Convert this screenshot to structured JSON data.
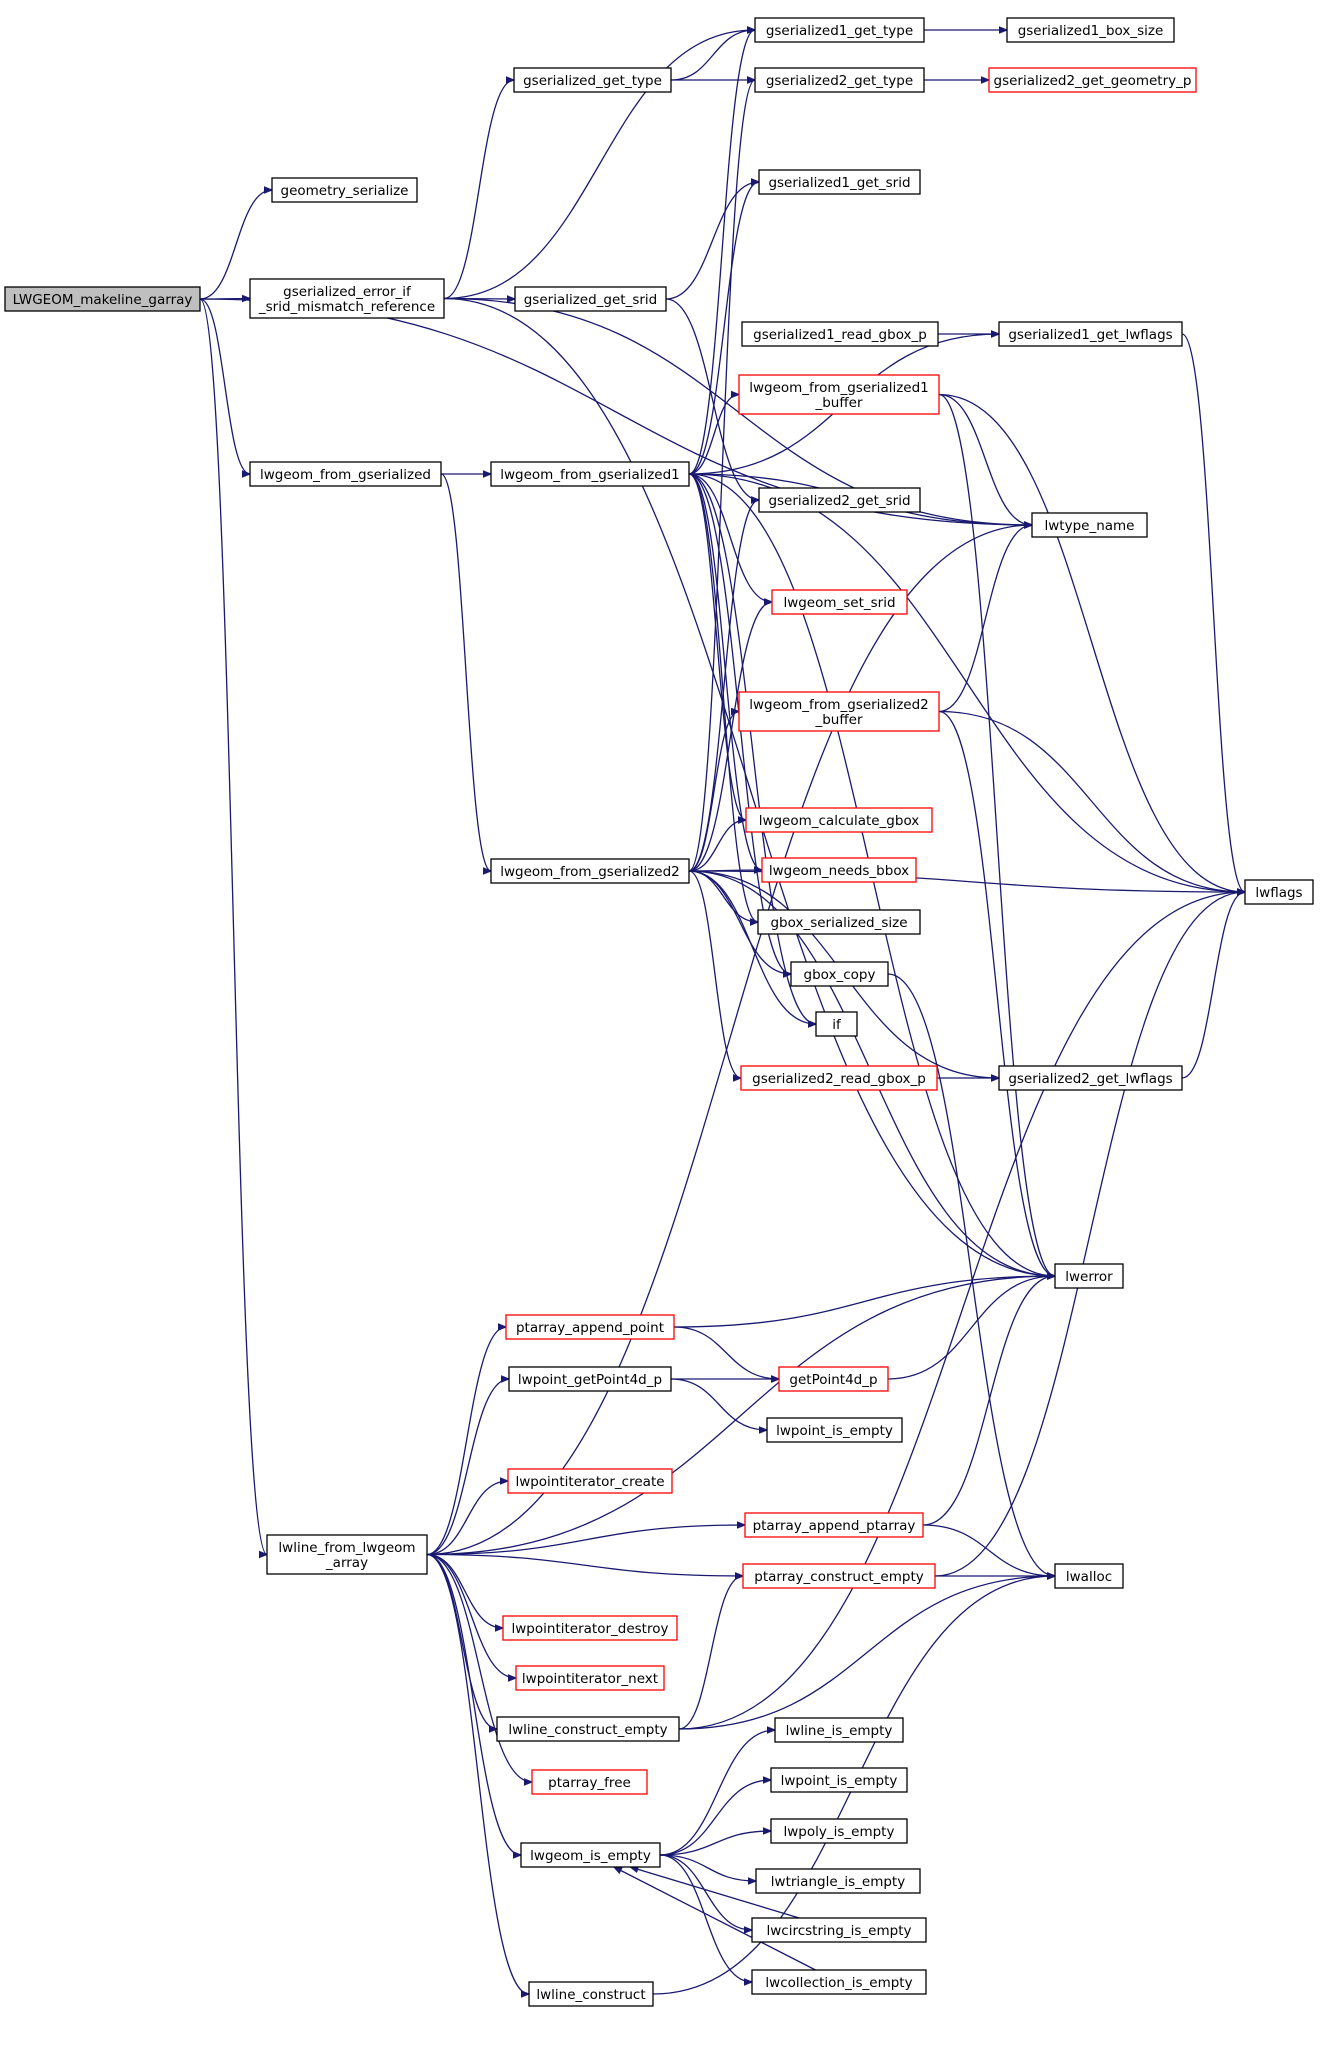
{
  "colors": {
    "edge": "#191970",
    "node_border": "#000000",
    "truncated_border": "#ff0000",
    "root_fill": "#bfbfbf"
  },
  "nodes": [
    {
      "id": "root",
      "lines": [
        "LWGEOM_makeline_garray"
      ],
      "style": "root"
    },
    {
      "id": "geometry_serialize",
      "lines": [
        "geometry_serialize"
      ],
      "style": "normal"
    },
    {
      "id": "gserialized_error_if_srid_mismatch_reference",
      "lines": [
        "gserialized_error_if",
        "_srid_mismatch_reference"
      ],
      "style": "normal"
    },
    {
      "id": "gserialized_get_type",
      "lines": [
        "gserialized_get_type"
      ],
      "style": "normal"
    },
    {
      "id": "gserialized_get_srid",
      "lines": [
        "gserialized_get_srid"
      ],
      "style": "normal"
    },
    {
      "id": "lwgeom_from_gserialized",
      "lines": [
        "lwgeom_from_gserialized"
      ],
      "style": "normal"
    },
    {
      "id": "lwgeom_from_gserialized1",
      "lines": [
        "lwgeom_from_gserialized1"
      ],
      "style": "normal"
    },
    {
      "id": "lwgeom_from_gserialized2",
      "lines": [
        "lwgeom_from_gserialized2"
      ],
      "style": "normal"
    },
    {
      "id": "gserialized1_get_type",
      "lines": [
        "gserialized1_get_type"
      ],
      "style": "normal"
    },
    {
      "id": "gserialized1_box_size",
      "lines": [
        "gserialized1_box_size"
      ],
      "style": "normal"
    },
    {
      "id": "gserialized2_get_type",
      "lines": [
        "gserialized2_get_type"
      ],
      "style": "normal"
    },
    {
      "id": "gserialized2_get_geometry_p",
      "lines": [
        "gserialized2_get_geometry_p"
      ],
      "style": "truncated"
    },
    {
      "id": "gserialized1_get_srid",
      "lines": [
        "gserialized1_get_srid"
      ],
      "style": "normal"
    },
    {
      "id": "gserialized1_read_gbox_p",
      "lines": [
        "gserialized1_read_gbox_p"
      ],
      "style": "normal"
    },
    {
      "id": "gserialized1_get_lwflags",
      "lines": [
        "gserialized1_get_lwflags"
      ],
      "style": "normal"
    },
    {
      "id": "lwgeom_from_gserialized1_buffer",
      "lines": [
        "lwgeom_from_gserialized1",
        "_buffer"
      ],
      "style": "truncated"
    },
    {
      "id": "gserialized2_get_srid",
      "lines": [
        "gserialized2_get_srid"
      ],
      "style": "normal"
    },
    {
      "id": "lwtype_name",
      "lines": [
        "lwtype_name"
      ],
      "style": "normal"
    },
    {
      "id": "lwgeom_set_srid",
      "lines": [
        "lwgeom_set_srid"
      ],
      "style": "truncated"
    },
    {
      "id": "lwgeom_from_gserialized2_buffer",
      "lines": [
        "lwgeom_from_gserialized2",
        "_buffer"
      ],
      "style": "truncated"
    },
    {
      "id": "lwgeom_calculate_gbox",
      "lines": [
        "lwgeom_calculate_gbox"
      ],
      "style": "truncated"
    },
    {
      "id": "lwgeom_needs_bbox",
      "lines": [
        "lwgeom_needs_bbox"
      ],
      "style": "truncated"
    },
    {
      "id": "gbox_serialized_size",
      "lines": [
        "gbox_serialized_size"
      ],
      "style": "normal"
    },
    {
      "id": "gbox_copy",
      "lines": [
        "gbox_copy"
      ],
      "style": "normal"
    },
    {
      "id": "if",
      "lines": [
        "if"
      ],
      "style": "normal"
    },
    {
      "id": "gserialized2_read_gbox_p",
      "lines": [
        "gserialized2_read_gbox_p"
      ],
      "style": "truncated"
    },
    {
      "id": "gserialized2_get_lwflags",
      "lines": [
        "gserialized2_get_lwflags"
      ],
      "style": "normal"
    },
    {
      "id": "lwflags",
      "lines": [
        "lwflags"
      ],
      "style": "normal"
    },
    {
      "id": "lwerror",
      "lines": [
        "lwerror"
      ],
      "style": "normal"
    },
    {
      "id": "ptarray_append_point",
      "lines": [
        "ptarray_append_point"
      ],
      "style": "truncated"
    },
    {
      "id": "lwpoint_getPoint4d_p",
      "lines": [
        "lwpoint_getPoint4d_p"
      ],
      "style": "normal"
    },
    {
      "id": "getPoint4d_p",
      "lines": [
        "getPoint4d_p"
      ],
      "style": "truncated"
    },
    {
      "id": "lwpoint_is_empty_a",
      "lines": [
        "lwpoint_is_empty"
      ],
      "style": "normal"
    },
    {
      "id": "lwpointiterator_create",
      "lines": [
        "lwpointiterator_create"
      ],
      "style": "truncated"
    },
    {
      "id": "lwline_from_lwgeom_array",
      "lines": [
        "lwline_from_lwgeom",
        "_array"
      ],
      "style": "normal"
    },
    {
      "id": "ptarray_append_ptarray",
      "lines": [
        "ptarray_append_ptarray"
      ],
      "style": "truncated"
    },
    {
      "id": "ptarray_construct_empty",
      "lines": [
        "ptarray_construct_empty"
      ],
      "style": "truncated"
    },
    {
      "id": "lwalloc",
      "lines": [
        "lwalloc"
      ],
      "style": "normal"
    },
    {
      "id": "lwpointiterator_destroy",
      "lines": [
        "lwpointiterator_destroy"
      ],
      "style": "truncated"
    },
    {
      "id": "lwpointiterator_next",
      "lines": [
        "lwpointiterator_next"
      ],
      "style": "truncated"
    },
    {
      "id": "lwline_construct_empty",
      "lines": [
        "lwline_construct_empty"
      ],
      "style": "normal"
    },
    {
      "id": "ptarray_free",
      "lines": [
        "ptarray_free"
      ],
      "style": "truncated"
    },
    {
      "id": "lwline_is_empty",
      "lines": [
        "lwline_is_empty"
      ],
      "style": "normal"
    },
    {
      "id": "lwpoint_is_empty_b",
      "lines": [
        "lwpoint_is_empty"
      ],
      "style": "normal"
    },
    {
      "id": "lwgeom_is_empty",
      "lines": [
        "lwgeom_is_empty"
      ],
      "style": "normal"
    },
    {
      "id": "lwpoly_is_empty",
      "lines": [
        "lwpoly_is_empty"
      ],
      "style": "normal"
    },
    {
      "id": "lwtriangle_is_empty",
      "lines": [
        "lwtriangle_is_empty"
      ],
      "style": "normal"
    },
    {
      "id": "lwcircstring_is_empty",
      "lines": [
        "lwcircstring_is_empty"
      ],
      "style": "normal"
    },
    {
      "id": "lwcollection_is_empty",
      "lines": [
        "lwcollection_is_empty"
      ],
      "style": "normal"
    },
    {
      "id": "lwline_construct",
      "lines": [
        "lwline_construct"
      ],
      "style": "normal"
    }
  ],
  "edges": [
    [
      "root",
      "geometry_serialize"
    ],
    [
      "root",
      "gserialized_error_if_srid_mismatch_reference"
    ],
    [
      "root",
      "lwtype_name"
    ],
    [
      "root",
      "lwgeom_from_gserialized"
    ],
    [
      "root",
      "lwline_from_lwgeom_array"
    ],
    [
      "gserialized_error_if_srid_mismatch_reference",
      "gserialized_get_type"
    ],
    [
      "gserialized_error_if_srid_mismatch_reference",
      "gserialized1_get_type"
    ],
    [
      "gserialized_error_if_srid_mismatch_reference",
      "gserialized_get_srid"
    ],
    [
      "gserialized_error_if_srid_mismatch_reference",
      "lwtype_name"
    ],
    [
      "gserialized_error_if_srid_mismatch_reference",
      "lwerror"
    ],
    [
      "gserialized_get_type",
      "gserialized1_get_type"
    ],
    [
      "gserialized_get_type",
      "gserialized2_get_type"
    ],
    [
      "gserialized1_get_type",
      "gserialized1_box_size"
    ],
    [
      "gserialized2_get_type",
      "gserialized2_get_geometry_p"
    ],
    [
      "gserialized_get_srid",
      "gserialized1_get_srid"
    ],
    [
      "gserialized_get_srid",
      "gserialized2_get_srid"
    ],
    [
      "lwgeom_from_gserialized",
      "lwgeom_from_gserialized1"
    ],
    [
      "lwgeom_from_gserialized",
      "lwgeom_from_gserialized2"
    ],
    [
      "lwgeom_from_gserialized1",
      "gserialized1_get_type"
    ],
    [
      "lwgeom_from_gserialized1",
      "gserialized1_get_srid"
    ],
    [
      "lwgeom_from_gserialized1",
      "lwflags"
    ],
    [
      "lwgeom_from_gserialized1",
      "gserialized1_get_lwflags"
    ],
    [
      "lwgeom_from_gserialized1",
      "lwgeom_from_gserialized1_buffer"
    ],
    [
      "lwgeom_from_gserialized1",
      "lwtype_name"
    ],
    [
      "lwgeom_from_gserialized1",
      "lwgeom_set_srid"
    ],
    [
      "lwgeom_from_gserialized1",
      "lwgeom_calculate_gbox"
    ],
    [
      "lwgeom_from_gserialized1",
      "lwgeom_needs_bbox"
    ],
    [
      "lwgeom_from_gserialized1",
      "gbox_serialized_size"
    ],
    [
      "lwgeom_from_gserialized1",
      "gbox_copy"
    ],
    [
      "lwgeom_from_gserialized1",
      "if"
    ],
    [
      "lwgeom_from_gserialized1",
      "lwerror"
    ],
    [
      "lwgeom_from_gserialized2",
      "gserialized2_get_type"
    ],
    [
      "lwgeom_from_gserialized2",
      "gserialized2_get_srid"
    ],
    [
      "lwgeom_from_gserialized2",
      "lwgeom_set_srid"
    ],
    [
      "lwgeom_from_gserialized2",
      "lwgeom_from_gserialized2_buffer"
    ],
    [
      "lwgeom_from_gserialized2",
      "lwgeom_calculate_gbox"
    ],
    [
      "lwgeom_from_gserialized2",
      "lwgeom_needs_bbox"
    ],
    [
      "lwgeom_from_gserialized2",
      "gbox_serialized_size"
    ],
    [
      "lwgeom_from_gserialized2",
      "gbox_copy"
    ],
    [
      "lwgeom_from_gserialized2",
      "if"
    ],
    [
      "lwgeom_from_gserialized2",
      "gserialized2_read_gbox_p"
    ],
    [
      "lwgeom_from_gserialized2",
      "gserialized2_get_lwflags"
    ],
    [
      "lwgeom_from_gserialized2",
      "lwflags"
    ],
    [
      "lwgeom_from_gserialized2",
      "lwerror"
    ],
    [
      "gserialized1_read_gbox_p",
      "gserialized1_get_lwflags"
    ],
    [
      "gserialized1_get_lwflags",
      "lwflags"
    ],
    [
      "lwgeom_from_gserialized1_buffer",
      "lwtype_name"
    ],
    [
      "lwgeom_from_gserialized1_buffer",
      "lwflags"
    ],
    [
      "lwgeom_from_gserialized1_buffer",
      "lwerror"
    ],
    [
      "lwgeom_from_gserialized2_buffer",
      "lwtype_name"
    ],
    [
      "lwgeom_from_gserialized2_buffer",
      "lwflags"
    ],
    [
      "lwgeom_from_gserialized2_buffer",
      "lwerror"
    ],
    [
      "gbox_copy",
      "lwalloc"
    ],
    [
      "gserialized2_read_gbox_p",
      "gserialized2_get_lwflags"
    ],
    [
      "gserialized2_get_lwflags",
      "lwflags"
    ],
    [
      "lwline_from_lwgeom_array",
      "lwtype_name"
    ],
    [
      "lwline_from_lwgeom_array",
      "ptarray_append_point"
    ],
    [
      "lwline_from_lwgeom_array",
      "lwpoint_getPoint4d_p"
    ],
    [
      "lwline_from_lwgeom_array",
      "lwerror"
    ],
    [
      "lwline_from_lwgeom_array",
      "lwpointiterator_create"
    ],
    [
      "lwline_from_lwgeom_array",
      "ptarray_append_ptarray"
    ],
    [
      "lwline_from_lwgeom_array",
      "ptarray_construct_empty"
    ],
    [
      "lwline_from_lwgeom_array",
      "lwpointiterator_destroy"
    ],
    [
      "lwline_from_lwgeom_array",
      "lwpointiterator_next"
    ],
    [
      "lwline_from_lwgeom_array",
      "lwline_construct_empty"
    ],
    [
      "lwline_from_lwgeom_array",
      "ptarray_free"
    ],
    [
      "lwline_from_lwgeom_array",
      "lwgeom_is_empty"
    ],
    [
      "lwline_from_lwgeom_array",
      "lwline_construct"
    ],
    [
      "ptarray_append_point",
      "getPoint4d_p"
    ],
    [
      "ptarray_append_point",
      "lwerror"
    ],
    [
      "lwpoint_getPoint4d_p",
      "getPoint4d_p"
    ],
    [
      "lwpoint_getPoint4d_p",
      "lwpoint_is_empty_a"
    ],
    [
      "getPoint4d_p",
      "lwerror"
    ],
    [
      "ptarray_append_ptarray",
      "lwerror"
    ],
    [
      "ptarray_append_ptarray",
      "lwalloc"
    ],
    [
      "ptarray_construct_empty",
      "lwalloc"
    ],
    [
      "ptarray_construct_empty",
      "lwflags"
    ],
    [
      "lwline_construct_empty",
      "ptarray_construct_empty"
    ],
    [
      "lwline_construct_empty",
      "lwalloc"
    ],
    [
      "lwline_construct_empty",
      "lwflags"
    ],
    [
      "lwgeom_is_empty",
      "lwline_is_empty"
    ],
    [
      "lwgeom_is_empty",
      "lwpoint_is_empty_b"
    ],
    [
      "lwgeom_is_empty",
      "lwpoly_is_empty"
    ],
    [
      "lwgeom_is_empty",
      "lwtriangle_is_empty"
    ],
    [
      "lwgeom_is_empty",
      "lwcircstring_is_empty"
    ],
    [
      "lwgeom_is_empty",
      "lwcollection_is_empty"
    ],
    [
      "lwcircstring_is_empty",
      "lwgeom_is_empty"
    ],
    [
      "lwcollection_is_empty",
      "lwgeom_is_empty"
    ],
    [
      "lwline_construct",
      "lwalloc"
    ]
  ]
}
